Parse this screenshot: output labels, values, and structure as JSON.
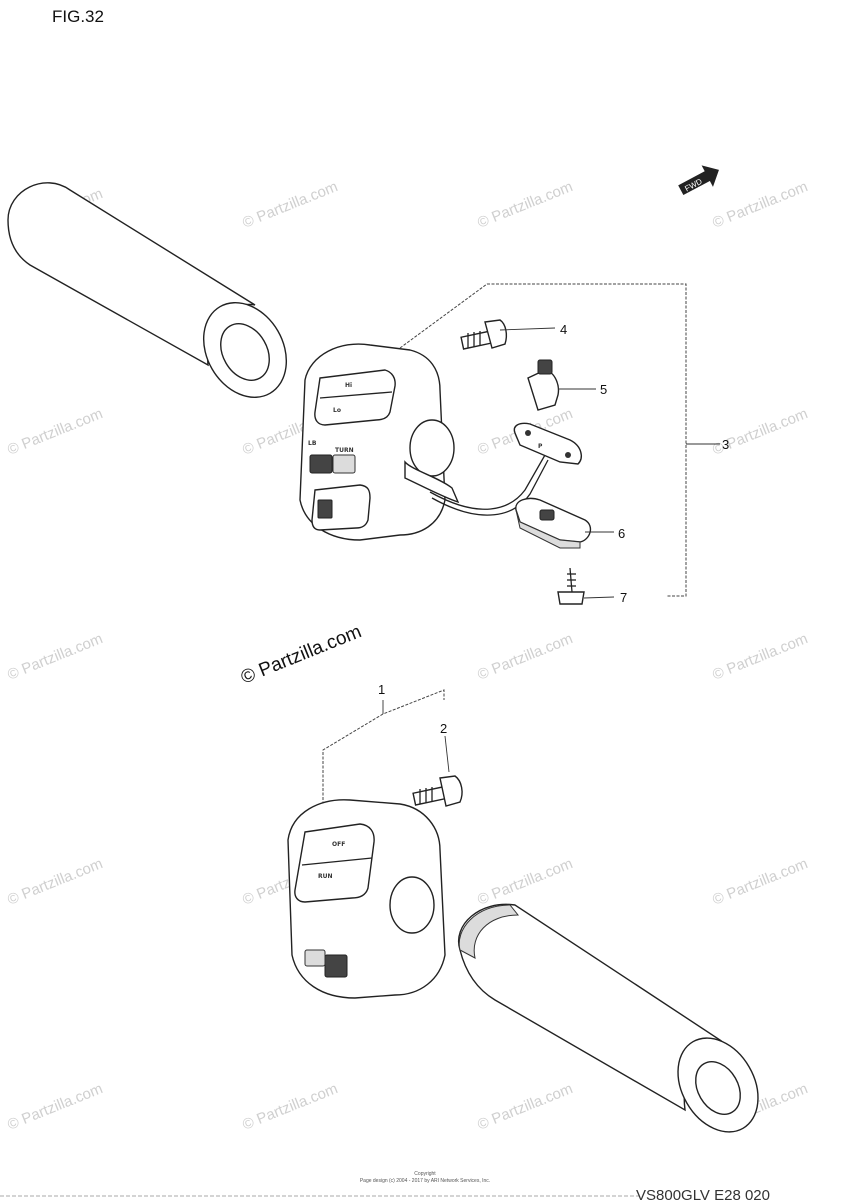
{
  "figure": {
    "title": "FIG.32",
    "code": "VS800GLV E28 020"
  },
  "watermark": {
    "text": "© Partzilla.com",
    "main_text": "© Partzilla.com"
  },
  "arrow_label": "FWD",
  "callouts": [
    {
      "id": "1",
      "label": "1"
    },
    {
      "id": "2",
      "label": "2"
    },
    {
      "id": "3",
      "label": "3"
    },
    {
      "id": "4",
      "label": "4"
    },
    {
      "id": "5",
      "label": "5"
    },
    {
      "id": "6",
      "label": "6"
    },
    {
      "id": "7",
      "label": "7"
    }
  ],
  "switch_labels": {
    "hi": "Hi",
    "lo": "Lo",
    "lb": "LB",
    "turn": "TURN",
    "off": "OFF",
    "run": "RUN"
  },
  "footer": {
    "line1": "Copyright",
    "line2": "Page design (c) 2004 - 2017 by ARI Network Services, Inc."
  }
}
